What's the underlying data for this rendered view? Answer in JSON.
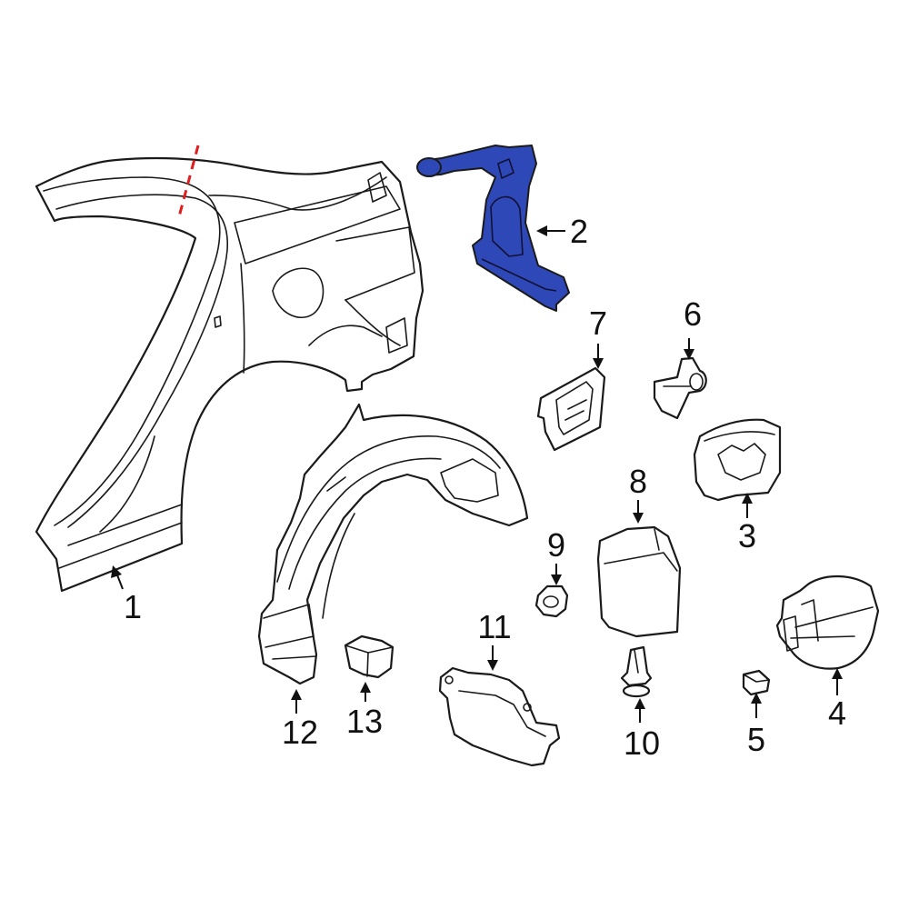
{
  "colors": {
    "highlight": "#2f48b8",
    "cut_line": "#e01e1e",
    "outline": "#1a1a1a",
    "background": "#ffffff"
  },
  "callouts": {
    "c1": "1",
    "c2": "2",
    "c3": "3",
    "c4": "4",
    "c5": "5",
    "c6": "6",
    "c7": "7",
    "c8": "8",
    "c9": "9",
    "c10": "10",
    "c11": "11",
    "c12": "12",
    "c13": "13"
  }
}
